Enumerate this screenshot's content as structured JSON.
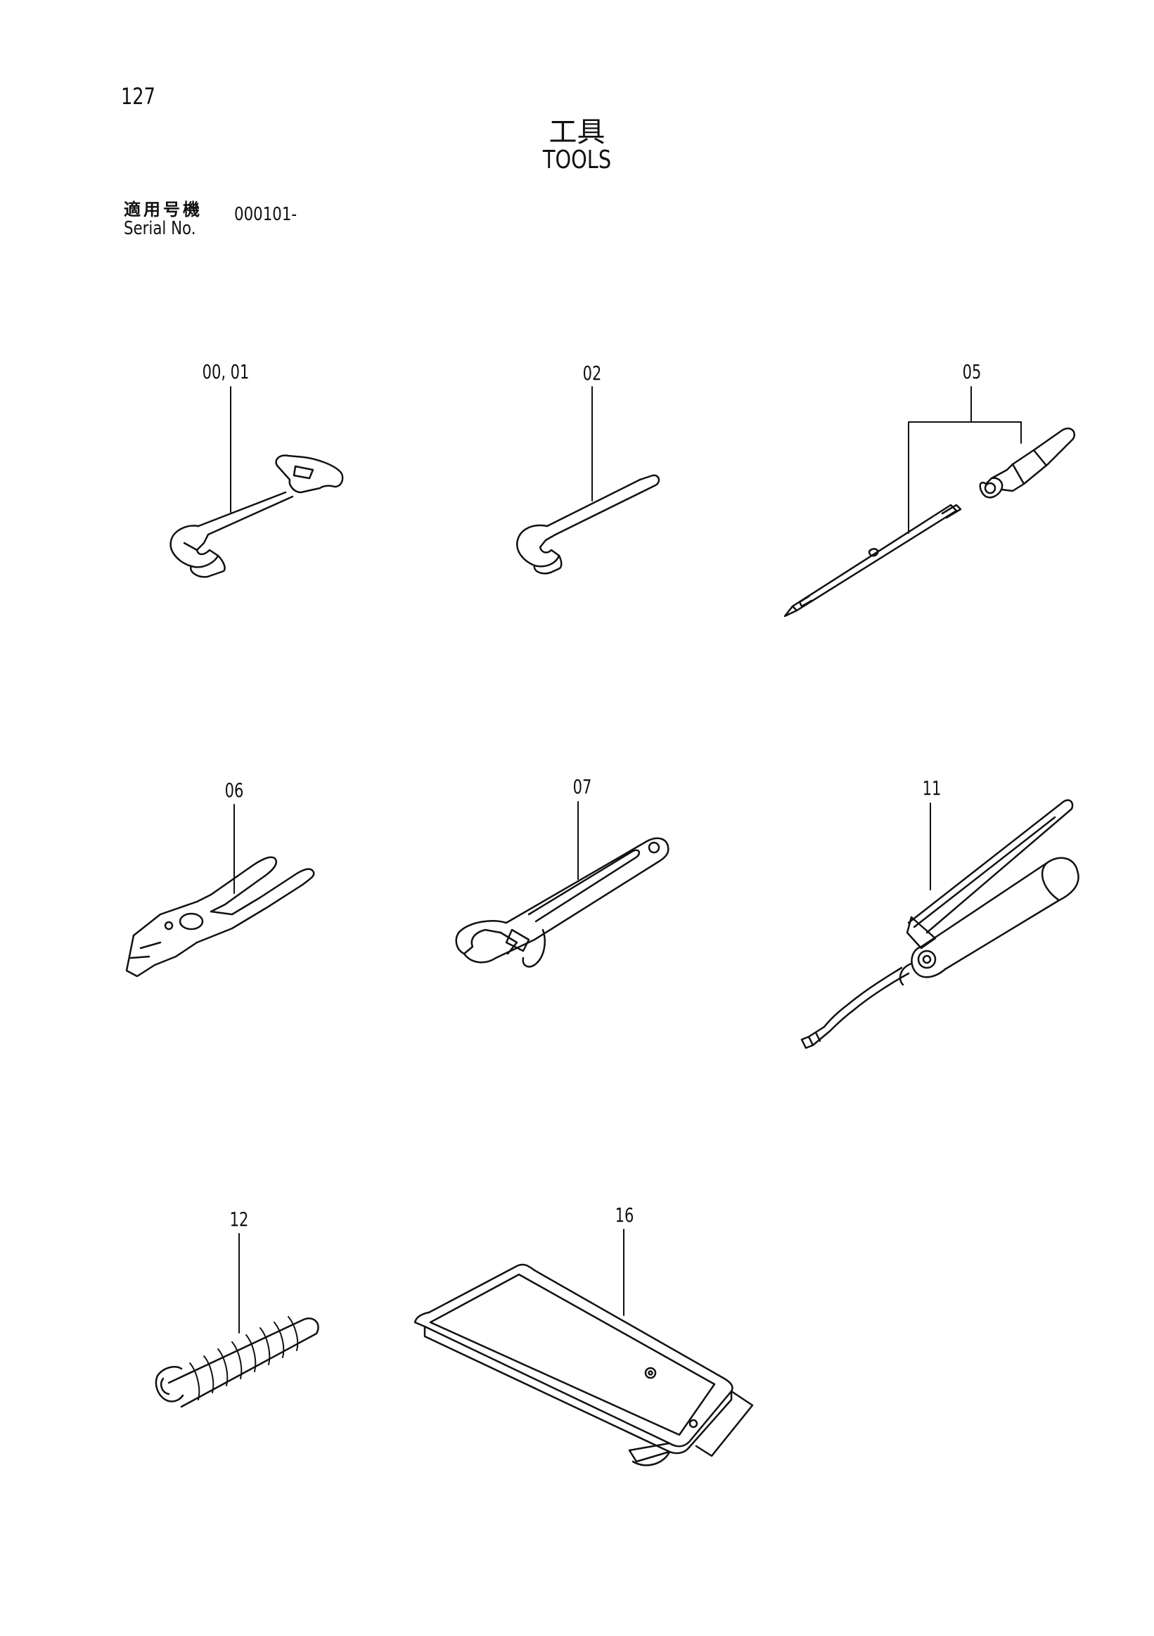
{
  "page_number": "127",
  "title_ja": "工具",
  "title_en": "TOOLS",
  "serial": {
    "label_ja": "適用号機",
    "label_en": "Serial No.",
    "value": "000101-"
  },
  "callouts": [
    "00, 01",
    "02",
    "05",
    "06",
    "07",
    "11",
    "12",
    "16"
  ],
  "tools": [
    {
      "callout": "00, 01",
      "icon": "double-open-end-wrench-icon"
    },
    {
      "callout": "02",
      "icon": "single-open-end-wrench-icon"
    },
    {
      "callout": "05",
      "icon": "screwdriver-set-icon"
    },
    {
      "callout": "06",
      "icon": "pliers-icon"
    },
    {
      "callout": "07",
      "icon": "adjustable-wrench-icon"
    },
    {
      "callout": "11",
      "icon": "grease-gun-icon"
    },
    {
      "callout": "12",
      "icon": "grease-nozzle-hose-icon"
    },
    {
      "callout": "16",
      "icon": "tool-bag-icon"
    }
  ],
  "colors": {
    "ink": "#111111",
    "paper": "#ffffff"
  }
}
